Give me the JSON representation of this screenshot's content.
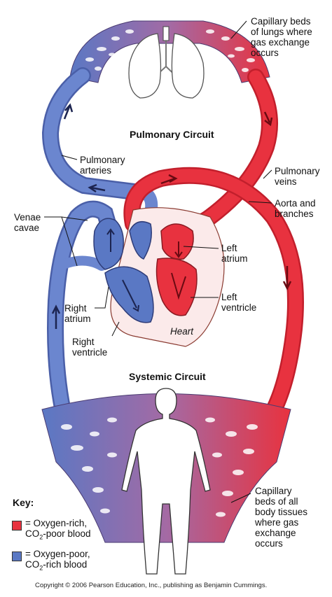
{
  "titles": {
    "pulmonary": "Pulmonary Circuit",
    "systemic": "Systemic Circuit",
    "heart": "Heart"
  },
  "labels": {
    "capillary_lungs": [
      "Capillary beds",
      "of lungs where",
      "gas exchange",
      "occurs"
    ],
    "pulmonary_arteries": [
      "Pulmonary",
      "arteries"
    ],
    "pulmonary_veins": [
      "Pulmonary",
      "veins"
    ],
    "aorta": [
      "Aorta and",
      "branches"
    ],
    "venae_cavae": [
      "Venae",
      "cavae"
    ],
    "left_atrium": [
      "Left",
      "atrium"
    ],
    "left_ventricle": [
      "Left",
      "ventricle"
    ],
    "right_atrium": [
      "Right",
      "atrium"
    ],
    "right_ventricle": [
      "Right",
      "ventricle"
    ],
    "capillary_body": [
      "Capillary",
      "beds of all",
      "body tissues",
      "where gas",
      "exchange",
      "occurs"
    ]
  },
  "key": {
    "title": "Key:",
    "oxygen_rich": {
      "line1": "= Oxygen-rich,",
      "line2_pre": "CO",
      "line2_sub": "2",
      "line2_post": "-poor blood",
      "color": "#e8323f"
    },
    "oxygen_poor": {
      "line1": "= Oxygen-poor,",
      "line2_pre": "CO",
      "line2_sub": "2",
      "line2_post": "-rich blood",
      "color": "#5a78c4"
    }
  },
  "copyright": "Copyright © 2006 Pearson Education, Inc., publishing as Benjamin Cummings.",
  "colors": {
    "oxygen_rich": "#e8323f",
    "oxygen_poor": "#5a78c4",
    "mixed": "#9a6aa8"
  }
}
